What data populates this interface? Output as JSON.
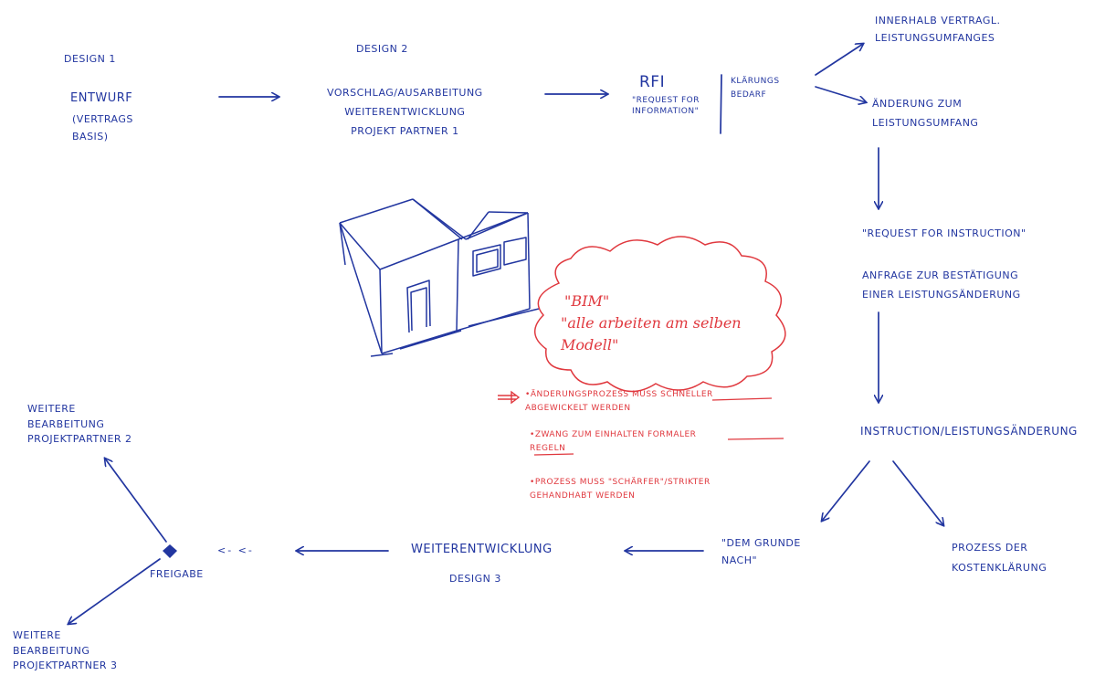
{
  "colors": {
    "ink_blue": "#2236a0",
    "ink_red": "#e0383e",
    "paper": "#ffffff"
  },
  "labels": {
    "design1": "DESIGN 1",
    "entwurf": "ENTWURF",
    "vertragsbasis": "(VERTRAGS\nBASIS)",
    "design2": "DESIGN 2",
    "vorschlag": "VORSCHLAG/AUSARBEITUNG\nWEITERENTWICKLUNG\nPROJEKT PARTNER 1",
    "rfi": "RFI",
    "rfi_sub": "\"REQUEST FOR\nINFORMATION\"",
    "klaerungsbedarf": "KLÄRUNGS\nBEDARF",
    "innerhalb": "INNERHALB VERTRAGL.\nLEISTUNGSUMFANGES",
    "aenderung": "ÄNDERUNG ZUM\nLEISTUNGSUMFANG",
    "rfinst": "\"REQUEST FOR INSTRUCTION\"",
    "anfrage": "ANFRAGE ZUR BESTÄTIGUNG\nEINER LEISTUNGSÄNDERUNG",
    "instruction": "INSTRUCTION/LEISTUNGSÄNDERUNG",
    "dem_grunde": "\"DEM GRUNDE\nNACH\"",
    "prozess_kosten": "PROZESS DER\nKOSTENKLÄRUNG",
    "weiterentw": "WEITERENTWICKLUNG",
    "design3": "DESIGN 3",
    "freigabe": "FREIGABE",
    "dashes": "<- <-",
    "pp2": "WEITERE\nBEARBEITUNG\nPROJEKTPARTNER 2",
    "pp3": "WEITERE\nBEARBEITUNG\nPROJEKTPARTNER 3",
    "cloud_bim": "\"BIM\"",
    "cloud_text": "\"alle arbeiten am selben\nModell\"",
    "note1_a": "ÄNDERUNGSPROZESS MUSS ",
    "note1_u": "SCHNELLER",
    "note1_b": "ABGEWICKELT WERDEN",
    "note2_a": "ZWANG ZUM EINHALTEN ",
    "note2_u": "FORMALER",
    "note2_u2": "REGELN",
    "note3": "PROZESS MUSS \"SCHÄRFER\"/STRIKTER\nGEHANDHABT WERDEN"
  }
}
